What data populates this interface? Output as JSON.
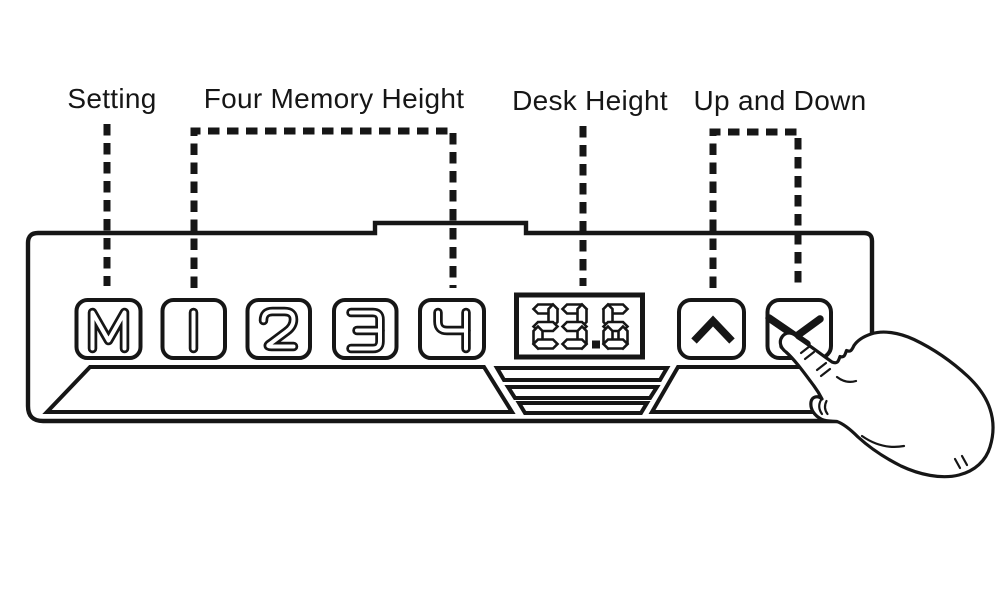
{
  "labels": {
    "setting": "Setting",
    "four_memory_height": "Four Memory Height",
    "desk_height": "Desk Height",
    "up_and_down": "Up and Down"
  },
  "panel": {
    "buttons": [
      {
        "label": "M",
        "name": "memory-set"
      },
      {
        "label": "1",
        "name": "memory-preset-1"
      },
      {
        "label": "2",
        "name": "memory-preset-2"
      },
      {
        "label": "3",
        "name": "memory-preset-3"
      },
      {
        "label": "4",
        "name": "memory-preset-4"
      }
    ],
    "display": {
      "value": "23.6"
    },
    "up_icon": "chevron-up",
    "down_icon": "chevron-down"
  },
  "colors": {
    "ink": "#161616",
    "paper": "#ffffff"
  }
}
